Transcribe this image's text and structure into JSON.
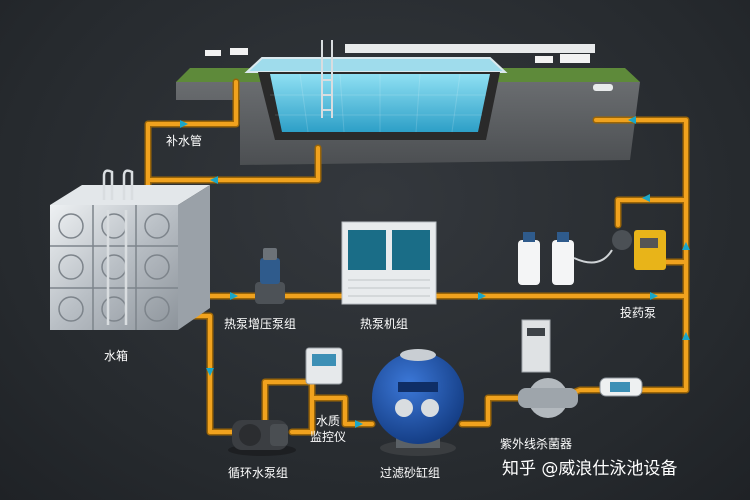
{
  "labels": {
    "makeup_pipe": "补水管",
    "water_tank": "水箱",
    "heat_pump_booster": "热泵增压泵组",
    "heat_pump_unit": "热泵机组",
    "dosing_pump": "投药泵",
    "water_quality_monitor_line1": "水质",
    "water_quality_monitor_line2": "监控仪",
    "uv_sterilizer": "紫外线杀菌器",
    "circulation_pump": "循环水泵组",
    "sand_filter": "过滤砂缸组"
  },
  "watermark": "知乎 @威浪仕泳池设备",
  "colors": {
    "background": "#2a2d31",
    "pipe": "#f0a21e",
    "pipe_edge": "#9a6508",
    "flow_arrow": "#1aa6c9",
    "pool_water": "#5ec8e8",
    "grass": "#5e8a3a",
    "tank_steel": "#c9ced3",
    "filter_blue": "#1b4fa8"
  }
}
